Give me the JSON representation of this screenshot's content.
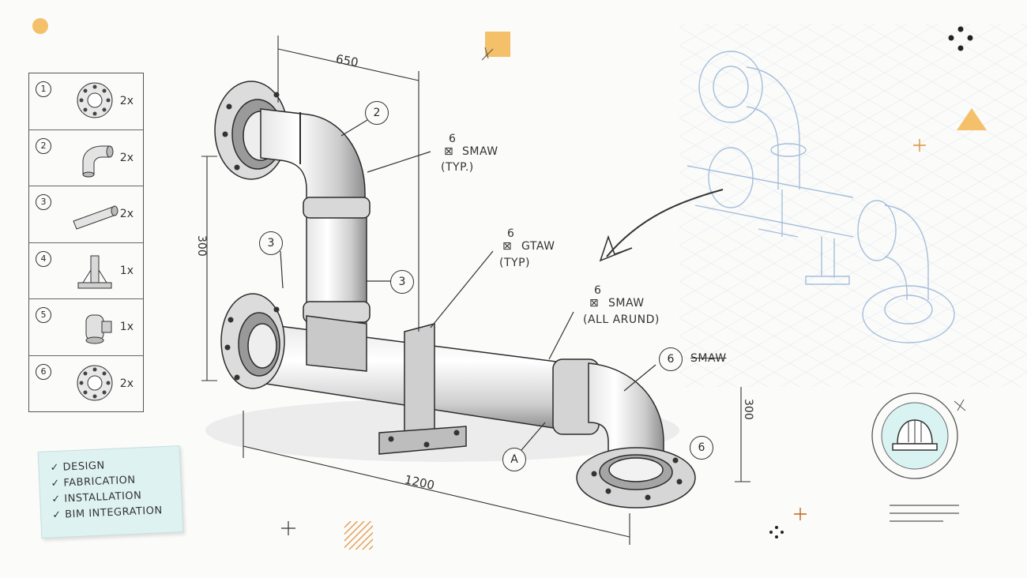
{
  "bom": {
    "rows": [
      {
        "num": "1",
        "icon": "flange-icon",
        "qty": "2x"
      },
      {
        "num": "2",
        "icon": "elbow-icon",
        "qty": "2x"
      },
      {
        "num": "3",
        "icon": "pipe-icon",
        "qty": "2x"
      },
      {
        "num": "4",
        "icon": "support-icon",
        "qty": "1x"
      },
      {
        "num": "5",
        "icon": "valve-icon",
        "qty": "1x"
      },
      {
        "num": "6",
        "icon": "flange-icon",
        "qty": "2x"
      }
    ]
  },
  "checklist": [
    "✓ DESIGN",
    "✓ FABRICATION",
    "✓ INSTALLATION",
    "✓ BIM INTEGRATION"
  ],
  "dimensions": {
    "top": "650",
    "bottom": "1200",
    "left_vertical": "300",
    "right_vertical": "300"
  },
  "weld_notes": [
    {
      "size": "6",
      "process": "SMAW",
      "note": "(TYP.)"
    },
    {
      "size": "6",
      "process": "GTAW",
      "note": "(TYP)"
    },
    {
      "size": "6",
      "process": "SMAW",
      "note": "(ALL ARUND)"
    },
    {
      "text": "SMAW"
    }
  ],
  "balloons": {
    "b2": "2",
    "b3a": "3",
    "b3b": "3",
    "b6a": "6",
    "b6b": "6",
    "bA": "A"
  },
  "colors": {
    "accent_yellow": "#f4c06a",
    "accent_orange": "#e0913a",
    "ghost_blue": "#9db8d8",
    "sticky_bg": "#dff2f2"
  }
}
